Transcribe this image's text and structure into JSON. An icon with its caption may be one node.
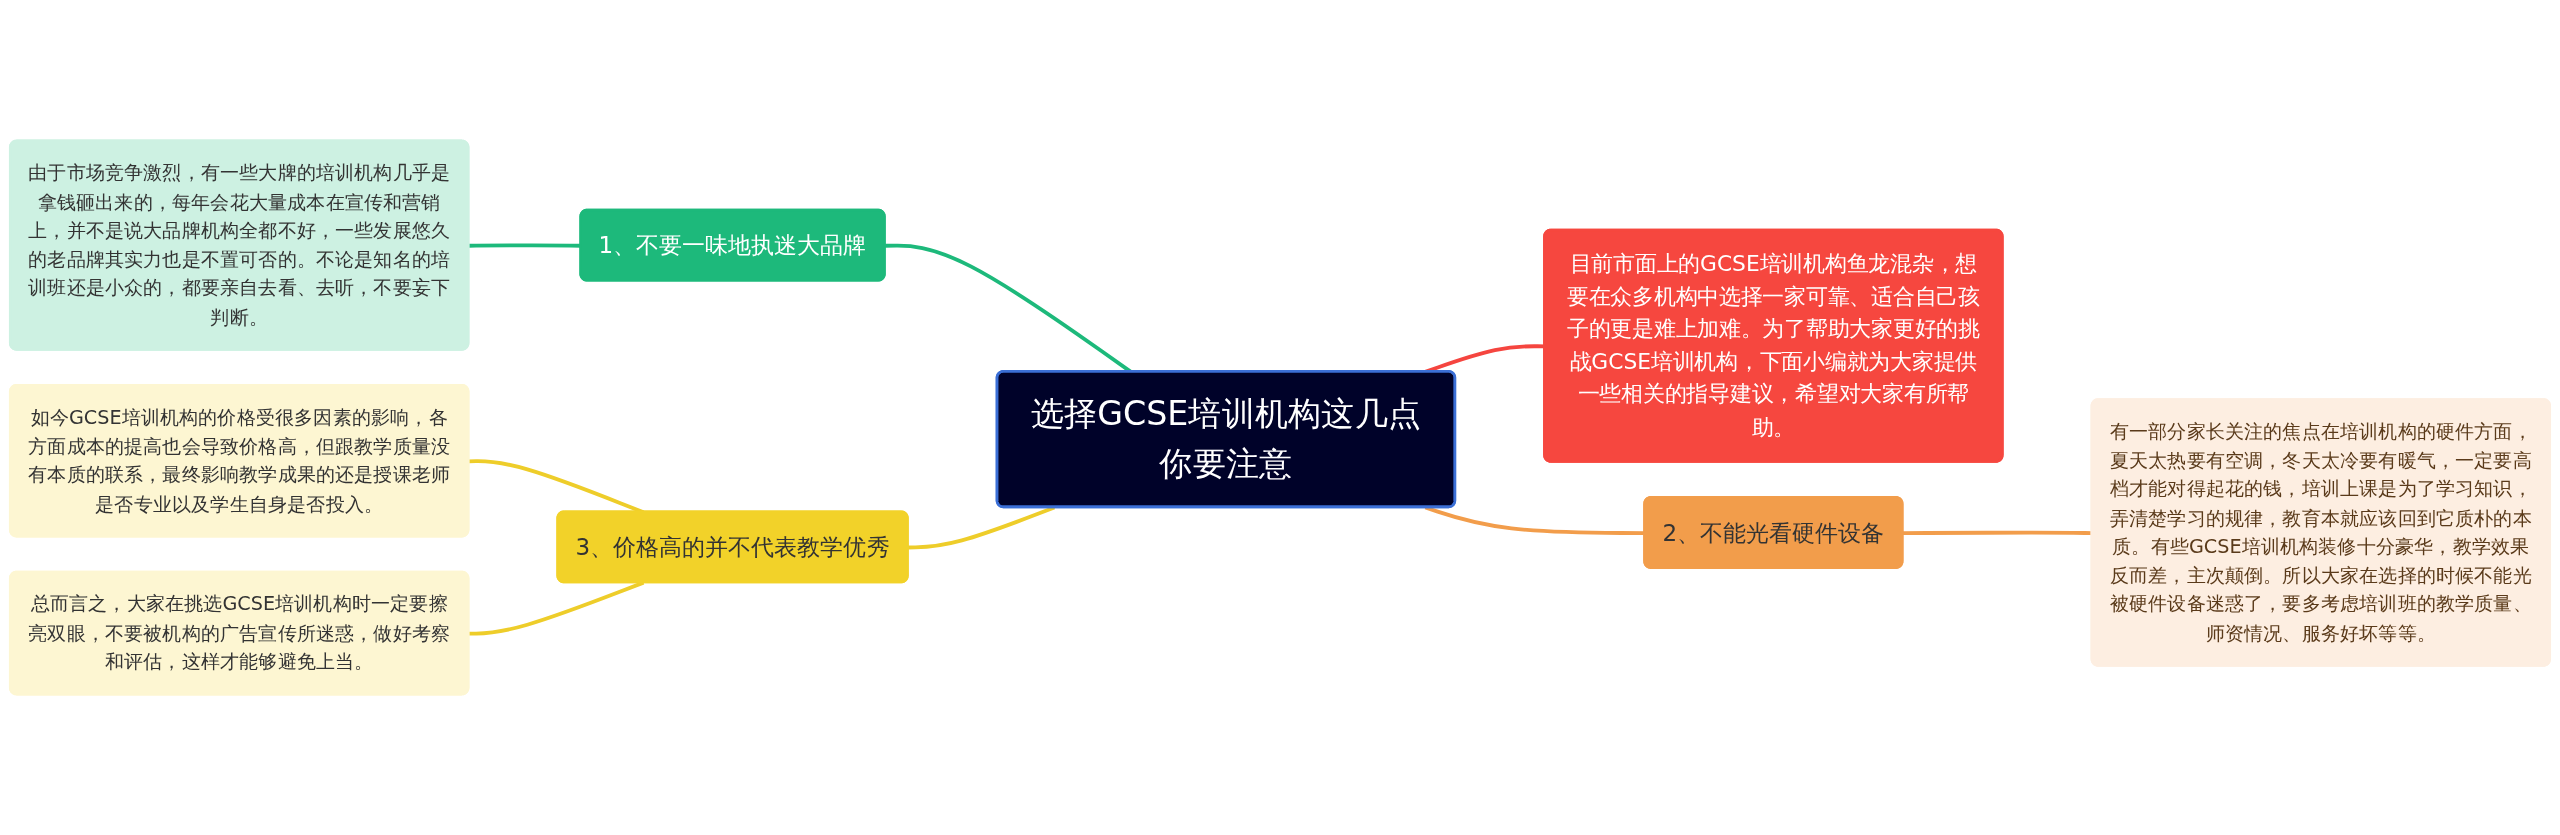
{
  "diagram": {
    "nodes": [
      {
        "text": [
          "选择GCSE培训机构这几点你要注意"
        ]
      },
      {
        "text": [
          "目前市面上的GCSE培训机构鱼龙混杂，想要在众多机构中选择一家可靠、适合自己孩子的更是难上加难。为了帮助大家更好的挑战GCSE培训机构，下面小编就为大家提供一些相关的指导建议，希望对大家有所帮助。"
        ]
      },
      {
        "text": [
          "1、不要一味地执迷大品牌"
        ]
      },
      {
        "text": [
          "由于市场竞争激烈，有一些大牌的培训机构几乎是拿钱砸出来的，每年会花大量成本在宣传和营销上，并不是说大品牌机构全都不好，一些发展悠久的老品牌其实力也是不置可否的。不论是知名的培训班还是小众的，都要亲自去看、去听，不要妄下判断。"
        ]
      },
      {
        "text": [
          "2、不能光看硬件设备"
        ]
      },
      {
        "text": [
          "有一部分家长关注的焦点在培训机构的硬件方面，夏天太热要有空调，冬天太冷要有暖气，一定要高档才能对得起花的钱，培训上课是为了学习知识，弄清楚学习的规律，教育本就应该回到它质朴的本质。有些GCSE培训机构装修十分豪华，教学效果反而差，主次颠倒。所以大家在选择的时候不能光被硬件设备迷惑了，要多考虑培训班的教学质量、师资情况、服务好坏等等。"
        ]
      },
      {
        "text": [
          "3、价格高的并不代表教学优秀"
        ]
      },
      {
        "text": [
          "如今GCSE培训机构的价格受很多因素的影响，各方面成本的提高也会导致价格高，但跟教学质量没有本质的联系，最终影响教学成果的还是授课老师是否专业以及学生自身是否投入。"
        ]
      },
      {
        "text": [
          "总而言之，大家在挑选GCSE培训机构时一定要擦亮双眼，不要被机构的广告宣传所迷惑，做好考察和评估，这样才能够避免上当。"
        ]
      }
    ],
    "edges": [
      {
        "from": 3,
        "to": 2,
        "arrow": "none",
        "color": "#1db97b"
      },
      {
        "from": 2,
        "to": 0,
        "arrow": "none",
        "color": "#1db97b"
      },
      {
        "from": 7,
        "to": 6,
        "arrow": "none",
        "color": "#eecd2a"
      },
      {
        "from": 8,
        "to": 6,
        "arrow": "none",
        "color": "#eecd2a"
      },
      {
        "from": 6,
        "to": 0,
        "arrow": "none",
        "color": "#eecd2a"
      },
      {
        "from": 0,
        "to": 1,
        "arrow": "none",
        "color": "#f5453f"
      },
      {
        "from": 0,
        "to": 4,
        "arrow": "none",
        "color": "#f29d4b"
      },
      {
        "from": 4,
        "to": 5,
        "arrow": "none",
        "color": "#f29d4b"
      }
    ]
  }
}
